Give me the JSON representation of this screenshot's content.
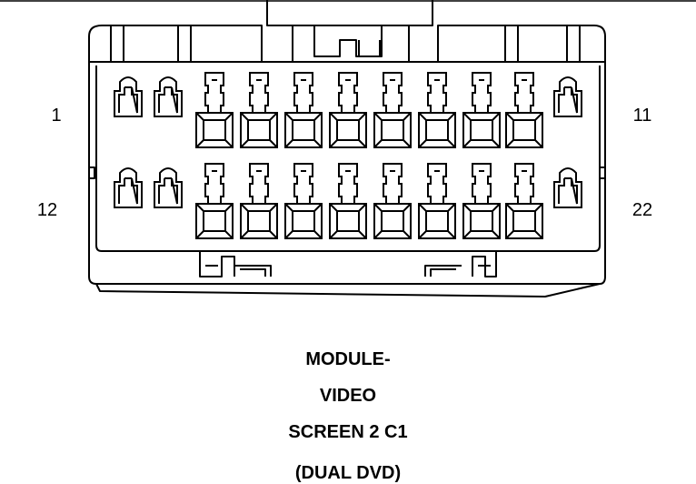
{
  "connector": {
    "pin_labels": {
      "top_left": "1",
      "top_right": "11",
      "bottom_left": "12",
      "bottom_right": "22"
    },
    "rows": [
      [
        "latch",
        "latch",
        "square",
        "square",
        "square",
        "square",
        "square",
        "square",
        "square",
        "latch"
      ],
      [
        "latch",
        "latch",
        "square",
        "square",
        "square",
        "square",
        "square",
        "square",
        "square",
        "latch"
      ]
    ]
  },
  "caption": {
    "line1": "MODULE-",
    "line2": "VIDEO",
    "line3": "SCREEN 2 C1",
    "line4": "(DUAL DVD)"
  },
  "colors": {
    "stroke": "#000000",
    "background": "#ffffff"
  }
}
